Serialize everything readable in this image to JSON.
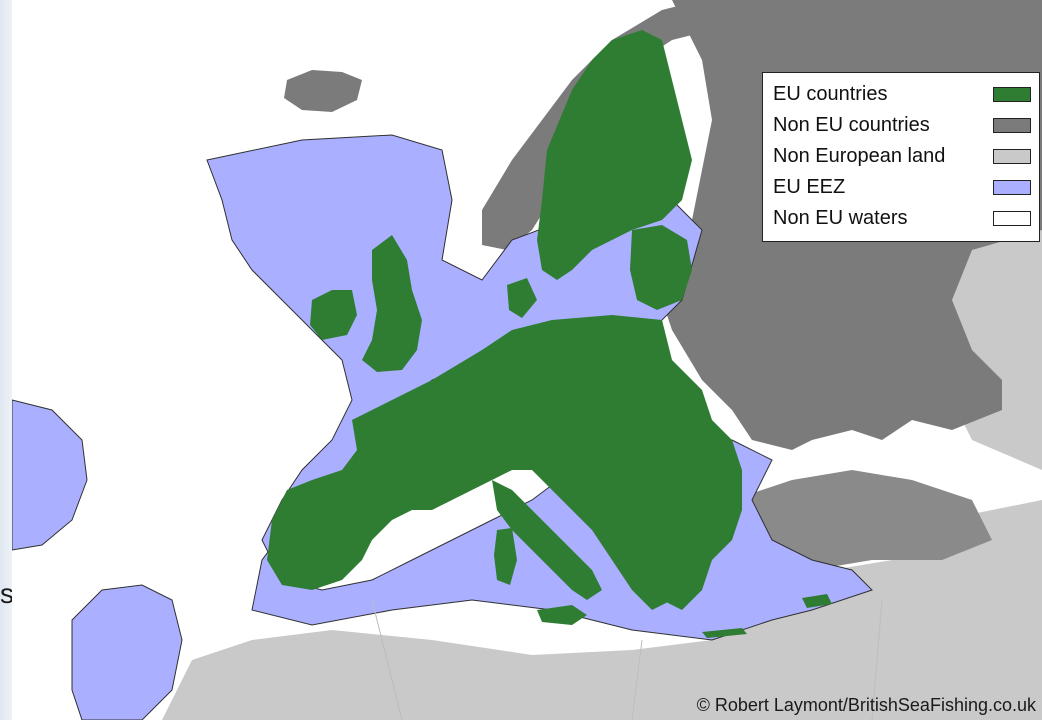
{
  "legend": {
    "items": [
      {
        "label": "EU countries",
        "color": "#2e7d32"
      },
      {
        "label": "Non EU countries",
        "color": "#7b7b7b"
      },
      {
        "label": "Non European land",
        "color": "#c9c9c9"
      },
      {
        "label": "EU EEZ",
        "color": "#aab0ff"
      },
      {
        "label": "Non EU waters",
        "color": "#ffffff"
      }
    ]
  },
  "credit": "© Robert Laymont/BritishSeaFishing.co.uk",
  "side_fragment": "s",
  "colors": {
    "eu_land": "#2e7d32",
    "non_eu_land": "#7b7b7b",
    "non_european_land": "#c9c9c9",
    "eu_eez": "#aab0ff",
    "non_eu_waters": "#ffffff",
    "coast_line": "#303030"
  }
}
